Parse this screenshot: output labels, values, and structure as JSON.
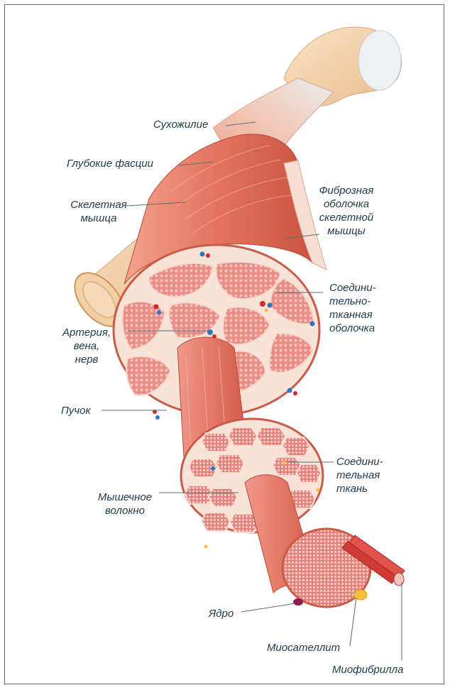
{
  "labels": {
    "tendon": "Сухожилие",
    "deep_fascia": "Глубокие фасции",
    "skeletal_muscle": [
      "Скелетная",
      "мышца"
    ],
    "epimysium": [
      "Фиброзная",
      "оболочка",
      "скелетной",
      "мышцы"
    ],
    "perimysium": [
      "Соедини-",
      "тельно-",
      "тканная",
      "оболочка"
    ],
    "vessels": [
      "Артерия,",
      "вена,",
      "нерв"
    ],
    "fascicle": "Пучок",
    "endomysium": [
      "Соедини-",
      "тельная",
      "ткань"
    ],
    "muscle_fiber": [
      "Мышечное",
      "волокно"
    ],
    "nucleus": "Ядро",
    "satellite_cell": "Миосателлит",
    "myofibril": "Миофибрилла"
  },
  "colors": {
    "muscle": "#e2735e",
    "muscle_light": "#f2a493",
    "muscle_dark": "#c84e3c",
    "bone": "#f3d6b0",
    "connective": "#f7e3d8",
    "fascicle_fill": "#e9888a",
    "artery": "#d8262e",
    "vein": "#2a78c2",
    "nerve": "#f2c23a",
    "text": "#1f3a4a"
  }
}
